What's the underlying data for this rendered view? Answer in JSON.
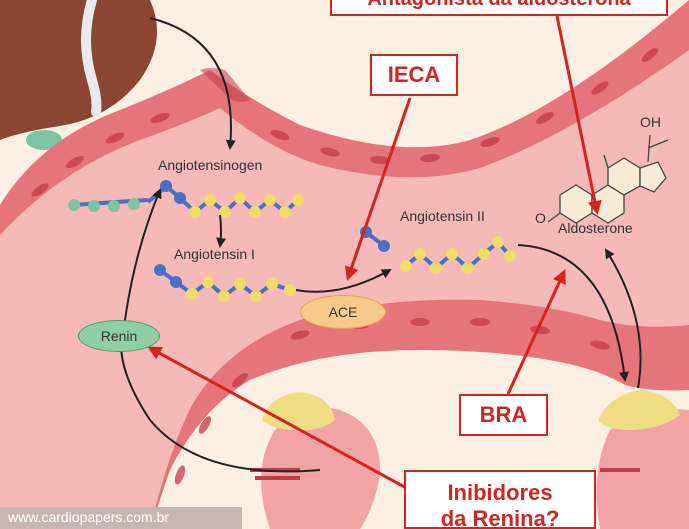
{
  "colors": {
    "background": "#fbeee3",
    "vessel_wall": "#e5757a",
    "vessel_lumen": "#f5b9b7",
    "vessel_cells": "#c23b49",
    "liver": "#8a4633",
    "callout_red": "#d32420",
    "arrow_dark": "#222222",
    "bead_yellow": "#f2dc68",
    "bead_blue": "#4b6fc6",
    "bead_green": "#7fc4a2"
  },
  "callouts": {
    "aldosterone_antagonist": "Antagonista da aldosterona",
    "ieca": "IECA",
    "bra": "BRA",
    "renin_inhibitors_line1": "Inibidores",
    "renin_inhibitors_line2": "da Renina?"
  },
  "labels": {
    "angiotensinogen": "Angiotensinogen",
    "angiotensin_i": "Angiotensin I",
    "angiotensin_ii": "Angiotensin II",
    "ace": "ACE",
    "renin": "Renin",
    "aldosterone": "Aldosterone",
    "oh": "OH",
    "o": "O"
  },
  "watermark": "www.cardiopapers.com.br"
}
